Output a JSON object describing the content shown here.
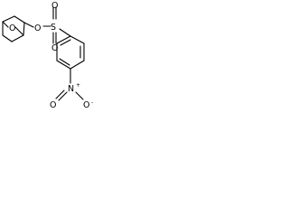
{
  "molecule": {
    "atoms": {
      "bridge_oxygen": "O",
      "ester_oxygen": "O",
      "sulfur": "S",
      "sulfonyl_oxygen_top": "O",
      "sulfonyl_oxygen_bottom": "O",
      "nitro_nitrogen": "N",
      "nitro_charge_positive": "+",
      "nitro_oxygen_left": "O",
      "nitro_oxygen_right": "O",
      "nitro_charge_negative": "-"
    }
  }
}
